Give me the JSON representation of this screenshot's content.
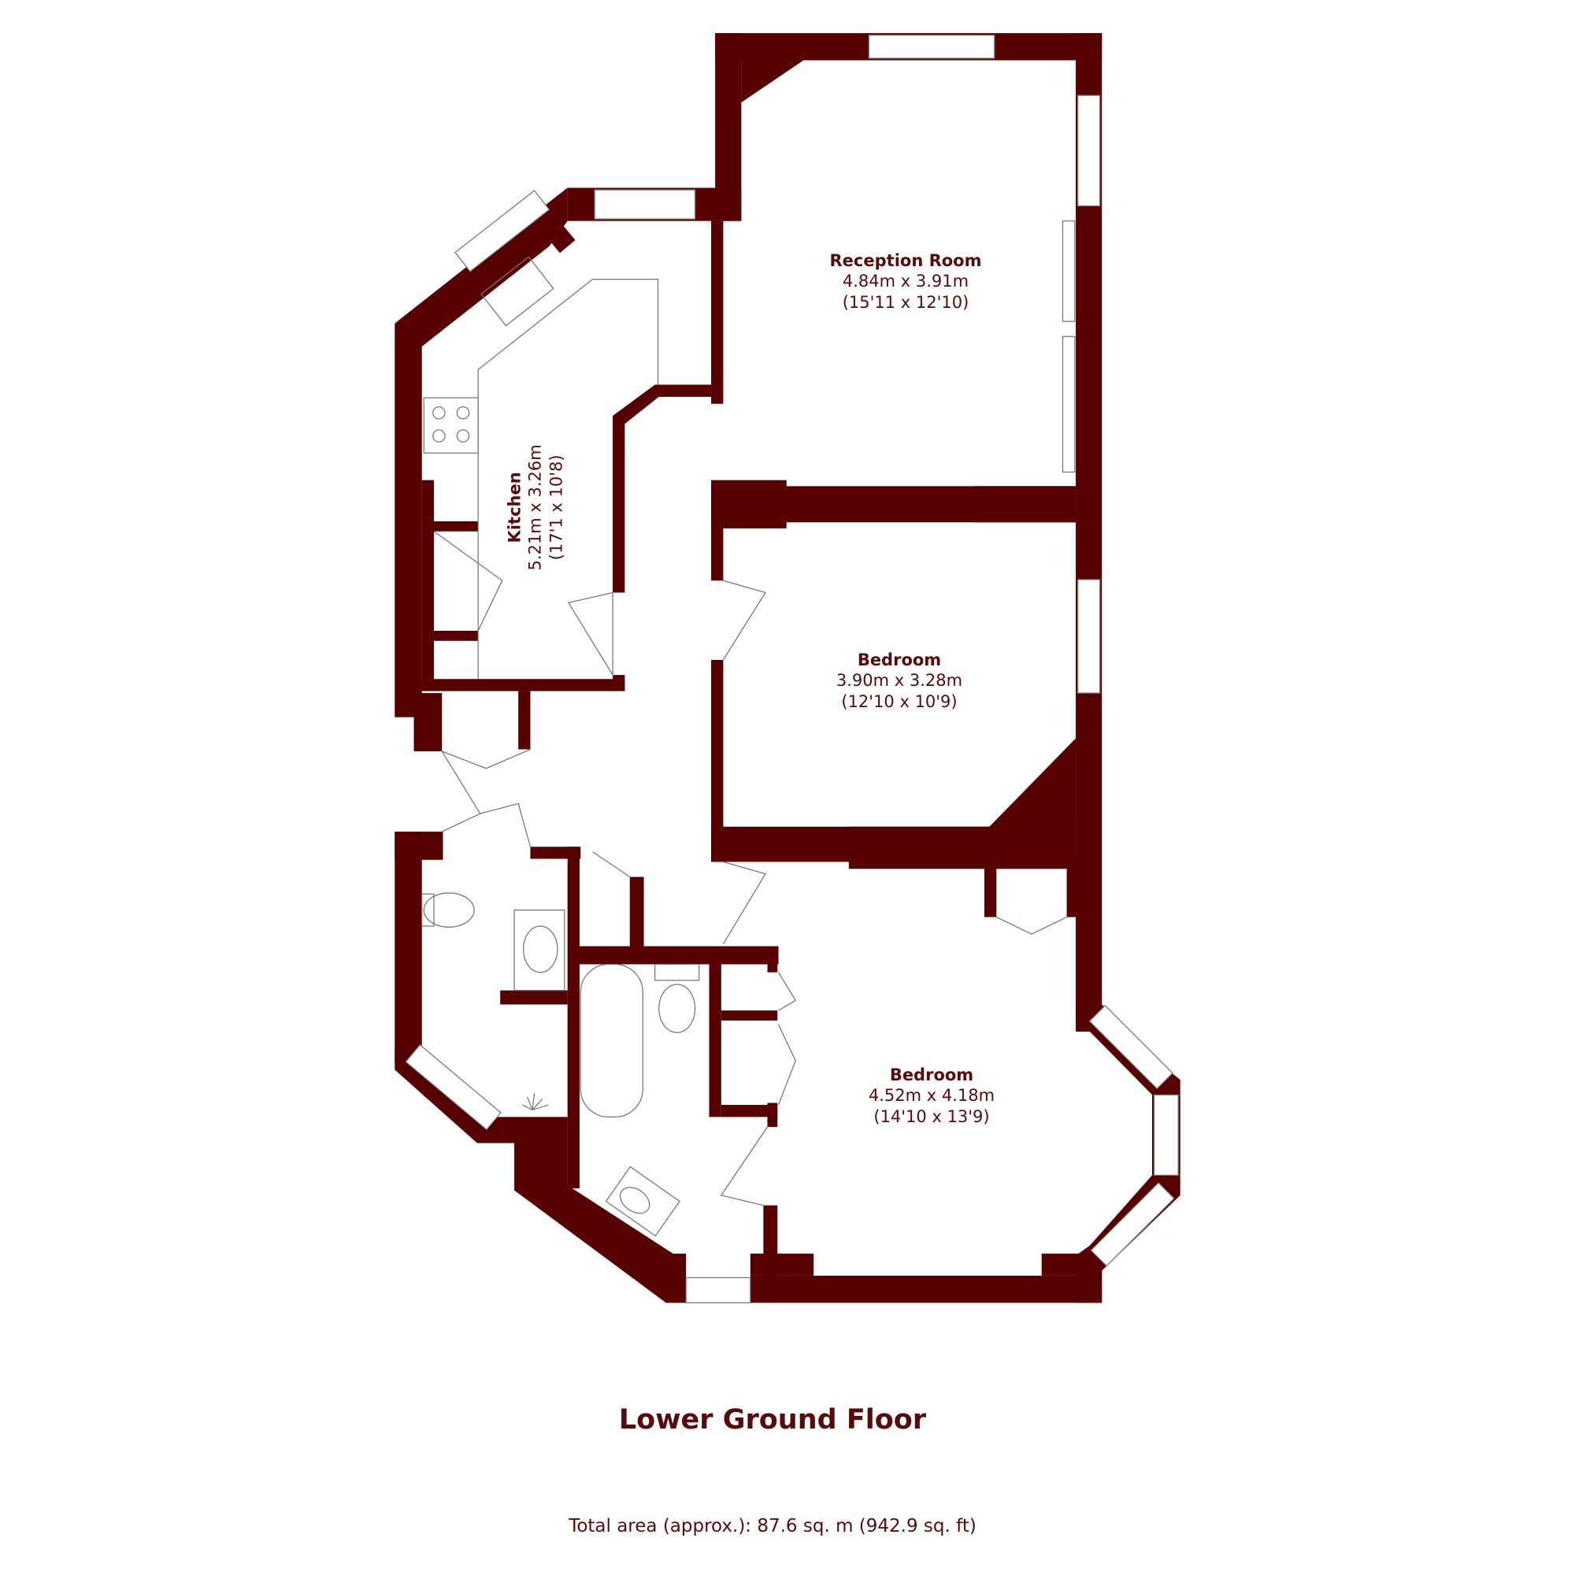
{
  "floor_title": "Lower Ground Floor",
  "total_area": "Total area (approx.): 87.6 sq. m (942.9 sq. ft)",
  "wall_color": "#560000",
  "rooms": [
    {
      "name": "Reception Room",
      "metric": "4.84m x 3.91m",
      "imperial": "(15'11 x 12'10)"
    },
    {
      "name": "Kitchen",
      "metric": "5.21m x 3.26m",
      "imperial": "(17'1 x 10'8)"
    },
    {
      "name": "Bedroom",
      "metric": "3.90m x 3.28m",
      "imperial": "(12'10 x 10'9)"
    },
    {
      "name": "Bedroom",
      "metric": "4.52m x 4.18m",
      "imperial": "(14'10 x 13'9)"
    }
  ]
}
